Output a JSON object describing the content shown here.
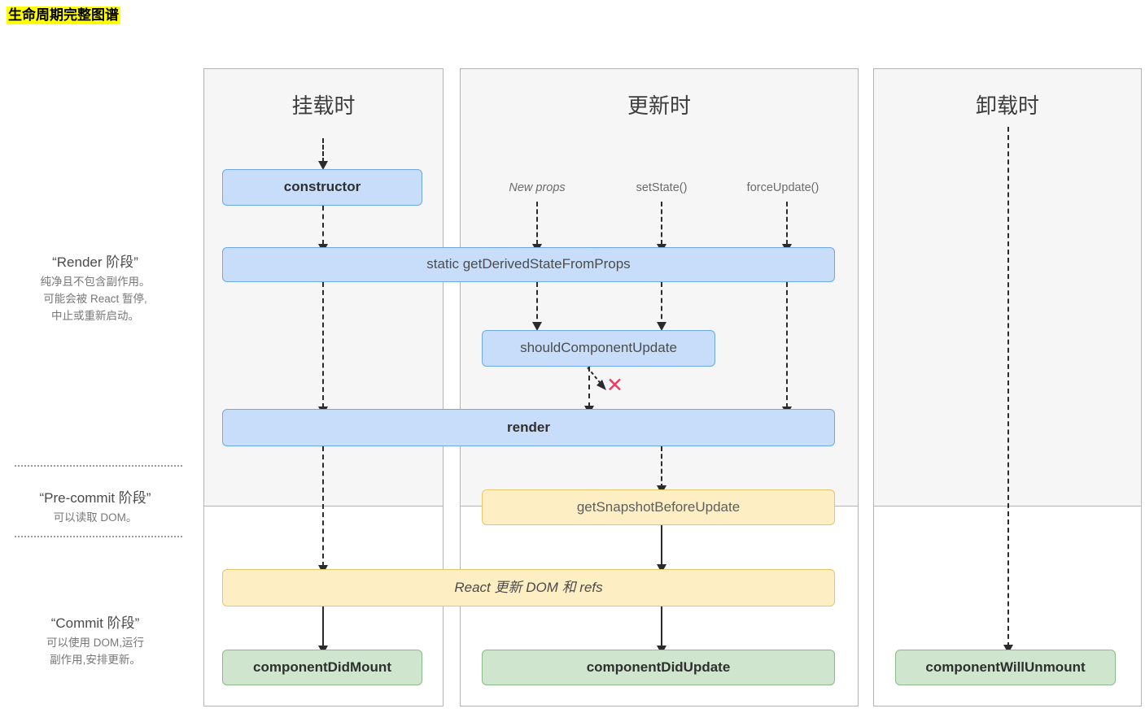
{
  "title": "生命周期完整图谱",
  "columns": [
    {
      "id": "mounting",
      "header": "挂载时"
    },
    {
      "id": "updating",
      "header": "更新时"
    },
    {
      "id": "unmounting",
      "header": "卸载时"
    }
  ],
  "phases": [
    {
      "id": "render",
      "title": "“Render 阶段”",
      "lines": [
        "纯净且不包含副作用。",
        "可能会被 React 暂停,",
        "中止或重新启动。"
      ]
    },
    {
      "id": "pre-commit",
      "title": "“Pre-commit 阶段”",
      "lines": [
        "可以读取 DOM。"
      ]
    },
    {
      "id": "commit",
      "title": "“Commit 阶段”",
      "lines": [
        "可以使用 DOM,运行",
        "副作用,安排更新。"
      ]
    }
  ],
  "triggers": [
    {
      "id": "new-props",
      "label": "New props",
      "italic": true
    },
    {
      "id": "set-state",
      "label": "setState()",
      "italic": false
    },
    {
      "id": "force-update",
      "label": "forceUpdate()",
      "italic": false
    }
  ],
  "boxes": {
    "constructor": "constructor",
    "get_derived_state_from_props": "static getDerivedStateFromProps",
    "should_component_update": "shouldComponentUpdate",
    "render": "render",
    "get_snapshot_before_update": "getSnapshotBeforeUpdate",
    "react_updates_dom": "React 更新 DOM 和 refs",
    "component_did_mount": "componentDidMount",
    "component_did_update": "componentDidUpdate",
    "component_will_unmount": "componentWillUnmount"
  },
  "annotations": {
    "skip_render_mark": "✕"
  },
  "colors": {
    "highlight": "#ffff00",
    "blue_fill": "#c7ddfa",
    "blue_border": "#6fa8e8",
    "yellow_fill": "#fdeec4",
    "yellow_border": "#e8c46a",
    "green_fill": "#cfe5ce",
    "green_border": "#89bb88",
    "panel_top": "#f6f6f6",
    "panel_border": "#b4b4b4",
    "red_x": "#f03a5f",
    "connector": "#2b2b2b"
  }
}
